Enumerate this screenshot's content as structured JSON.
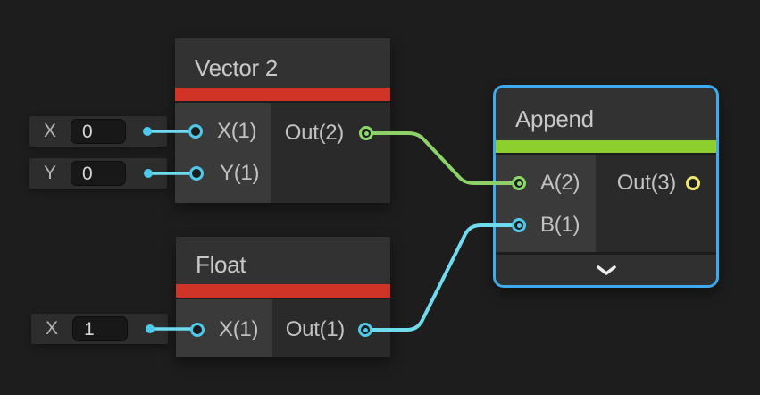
{
  "editor": {
    "kind": "node-graph-canvas"
  },
  "colors": {
    "canvas_bg": "#1d1d1d",
    "node_header_bg": "#323232",
    "node_body_bg": "#2a2a2a",
    "node_input_column_bg": "#3a3a3a",
    "collapse_bar_bg": "#303030",
    "accent_red": "#cf3427",
    "accent_green": "#8ccf2e",
    "selection_blue": "#3fabec",
    "port_cyan": "#4ec9e9",
    "port_green": "#8bd96b",
    "port_yellow": "#ece76f",
    "wire_green": "#8ed168",
    "wire_cyan": "#6fdbef",
    "chevron": "#ededed"
  },
  "inline_controls": [
    {
      "label": "X",
      "value": "0"
    },
    {
      "label": "Y",
      "value": "0"
    },
    {
      "label": "X",
      "value": "1"
    }
  ],
  "nodes": {
    "vector2": {
      "title": "Vector 2",
      "accent": "#cf3427",
      "selected": false,
      "inputs": [
        "X(1)",
        "Y(1)"
      ],
      "outputs": [
        "Out(2)"
      ]
    },
    "float": {
      "title": "Float",
      "accent": "#cf3427",
      "selected": false,
      "inputs": [
        "X(1)"
      ],
      "outputs": [
        "Out(1)"
      ]
    },
    "append": {
      "title": "Append",
      "accent": "#8ccf2e",
      "selected": true,
      "inputs": [
        "A(2)",
        "B(1)"
      ],
      "outputs": [
        "Out(3)"
      ],
      "collapse_icon": "chevron-down"
    }
  },
  "edges": [
    {
      "from": "Vector 2 / Out(2)",
      "to": "Append / A(2)",
      "color": "#8ed168"
    },
    {
      "from": "Float / Out(1)",
      "to": "Append / B(1)",
      "color": "#6fdbef"
    },
    {
      "from": "control X 0",
      "to": "Vector 2 / X(1)",
      "color": "#6fdbef"
    },
    {
      "from": "control Y 0",
      "to": "Vector 2 / Y(1)",
      "color": "#6fdbef"
    },
    {
      "from": "control X 1",
      "to": "Float / X(1)",
      "color": "#6fdbef"
    }
  ]
}
